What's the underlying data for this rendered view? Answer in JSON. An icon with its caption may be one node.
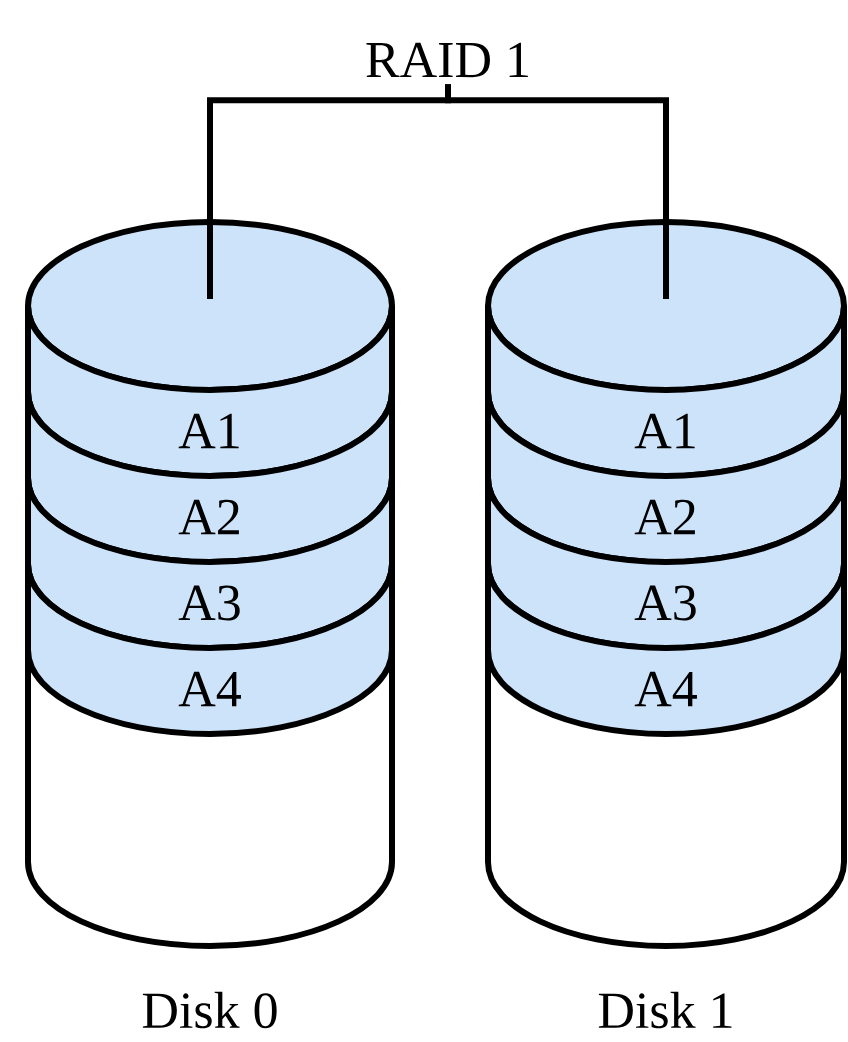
{
  "diagram": {
    "nodes": [
      {
        "text": [
          "RAID 1"
        ]
      },
      {
        "text": [
          "Disk 0"
        ]
      },
      {
        "text": [
          "A1"
        ],
        "in": 1
      },
      {
        "text": [
          "A2"
        ],
        "in": 1
      },
      {
        "text": [
          "A3"
        ],
        "in": 1
      },
      {
        "text": [
          "A4"
        ],
        "in": 1
      },
      {
        "text": [
          "Disk 1"
        ]
      },
      {
        "text": [
          "A1"
        ],
        "in": 6
      },
      {
        "text": [
          "A2"
        ],
        "in": 6
      },
      {
        "text": [
          "A3"
        ],
        "in": 6
      },
      {
        "text": [
          "A4"
        ],
        "in": 6
      }
    ],
    "edges": [
      {
        "from": 0,
        "to": 1,
        "arrow": "none"
      },
      {
        "from": 0,
        "to": 6,
        "arrow": "none"
      }
    ]
  }
}
